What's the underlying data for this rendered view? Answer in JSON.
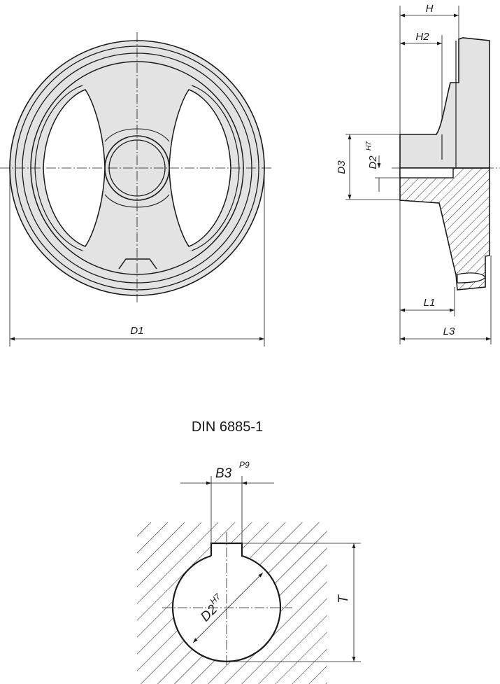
{
  "labels": {
    "H": "H",
    "H2": "H2",
    "D1": "D1",
    "D3": "D3",
    "D2": "D2",
    "D2_tolerance": "H7",
    "L1": "L1",
    "L3": "L3",
    "standard": "DIN 6885-1",
    "B3": "B3",
    "B3_tolerance": "P9",
    "keyway_D2": "D2",
    "keyway_D2_tolerance": "H7",
    "T": "T"
  },
  "colors": {
    "line": "#1a1a1a",
    "fill": "#e3e3e3",
    "background": "#ffffff"
  }
}
